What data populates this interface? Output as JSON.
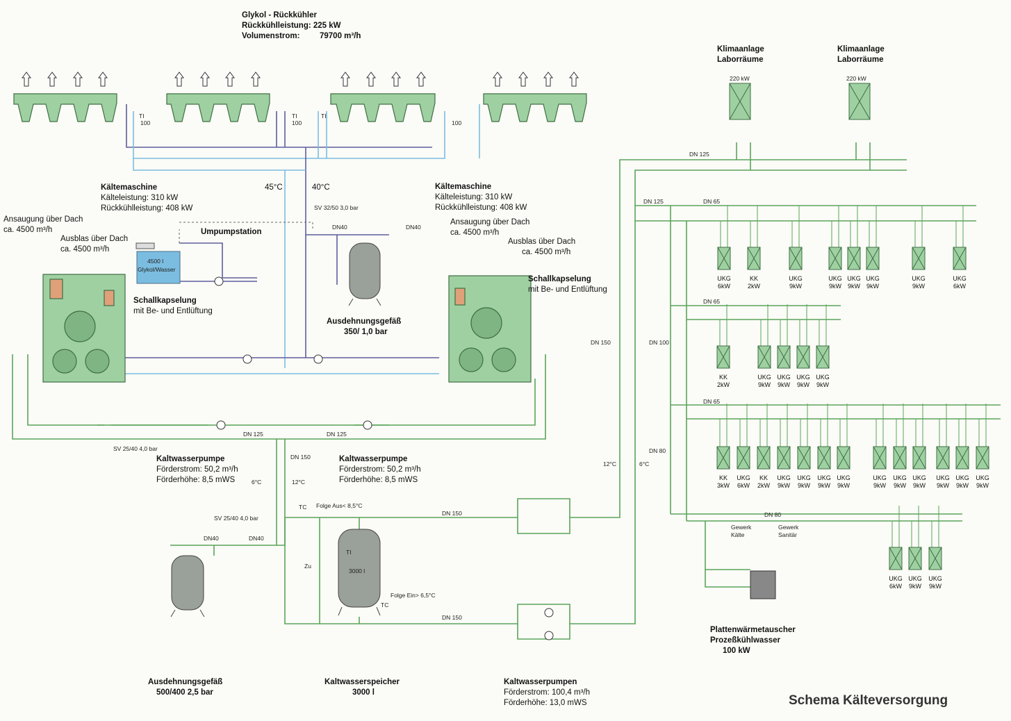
{
  "title": "Schema Kälteversorgung",
  "colors": {
    "supply": "#5aa55a",
    "return": "#5e5e9e",
    "glycol_cold": "#7bbde0",
    "equipment": "#9fd0a2",
    "tank": "#9aa09a"
  },
  "rueckkuehler": {
    "line1": "Glykol - Rückkühler",
    "line2": "Rückkühlleistung: 225 kW",
    "line3": "Volumenstrom:",
    "line3b": "79700 m³/h"
  },
  "ti100": {
    "ti": "TI",
    "v": "100"
  },
  "temps": {
    "t45": "45°C",
    "t40": "40°C",
    "t12a": "12°C",
    "t6a": "6°C",
    "t12b": "12°C",
    "t6b": "6°C"
  },
  "km_left": {
    "title": "Kältemaschine",
    "l1": "Kälteleistung: 310 kW",
    "l2": "Rückkühlleistung: 408 kW"
  },
  "km_right": {
    "title": "Kältemaschine",
    "l1": "Kälteleistung: 310 kW",
    "l2": "Rückkühlleistung: 408 kW"
  },
  "left_air": {
    "a1": "Ansaugung über Dach",
    "a2": "ca. 4500 m³/h",
    "b1": "Ausblas über Dach",
    "b2": "ca. 4500 m³/h"
  },
  "right_air": {
    "a1": "Ansaugung über Dach",
    "a2": "ca. 4500 m³/h",
    "b1": "Ausblas über Dach",
    "b2": "ca. 4500 m³/h"
  },
  "umpump": {
    "title": "Umpumpstation",
    "tank1": "4500 l",
    "tank2": "Glykol/Wasser"
  },
  "schall_left": {
    "l1": "Schallkapselung",
    "l2": "mit Be- und Entlüftung"
  },
  "schall_right": {
    "l1": "Schallkapselung",
    "l2": "mit Be- und Entlüftung"
  },
  "sv_top": "SV 32/50 3,0 bar",
  "dn40a": "DN40",
  "dn40b": "DN40",
  "adg_top": {
    "l1": "Ausdehnungsgefäß",
    "l2": "350/ 1,0 bar"
  },
  "dn125_pump_a": "DN 125",
  "dn125_pump_b": "DN 125",
  "sv_2540a": "SV 25/40 4,0 bar",
  "kwp_left": {
    "title": "Kaltwasserpumpe",
    "l1": "Förderstrom: 50,2 m³/h",
    "l2": "Förderhöhe:   8,5 mWS"
  },
  "kwp_right": {
    "title": "Kaltwasserpumpe",
    "l1": "Förderstrom: 50,2 m³/h",
    "l2": "Förderhöhe:   8,5 mWS"
  },
  "dn150_mid": "DN 150",
  "sv_2540b": "SV 25/40 4,0 bar",
  "dn40c": "DN40",
  "dn40d": "DN40",
  "folge_aus": "Folge Aus< 8,5°C",
  "folge_ein": "Folge Ein> 6,5°C",
  "tc": "TC",
  "ti": "TI",
  "zu": "Zu",
  "speicher_v": "3000 l",
  "dn150_a": "DN 150",
  "dn150_b": "DN 150",
  "dn150_main": "DN 150",
  "dn100": "DN 100",
  "dn80a": "DN 80",
  "dn80b": "DN 80",
  "dn125a": "DN 125",
  "dn125b": "DN 125",
  "dn65a": "DN 65",
  "dn65b": "DN 65",
  "dn65c": "DN 65",
  "adg_bottom": {
    "l1": "Ausdehnungsgefäß",
    "l2": "500/400 2,5 bar"
  },
  "kw_speicher": {
    "l1": "Kaltwasserspeicher",
    "l2": "3000 l"
  },
  "kwp_bottom": {
    "title": "Kaltwasserpumpen",
    "l1": "Förderstrom: 100,4 m³/h",
    "l2": "Förderhöhe:   13,0 mWS"
  },
  "klima1": {
    "l1": "Klimaanlage",
    "l2": "Laborräume",
    "kw": "220 kW"
  },
  "klima2": {
    "l1": "Klimaanlage",
    "l2": "Laborräume",
    "kw": "220 kW"
  },
  "row1_units": [
    [
      "UKG",
      "6kW"
    ],
    [
      "KK",
      "2kW"
    ],
    [
      "UKG",
      "9kW"
    ],
    [
      "UKG",
      "9kW"
    ],
    [
      "UKG",
      "9kW"
    ],
    [
      "UKG",
      "9kW"
    ],
    [
      "UKG",
      "9kW"
    ],
    [
      "UKG",
      "6kW"
    ]
  ],
  "row2_units": [
    [
      "KK",
      "2kW"
    ],
    [
      "UKG",
      "9kW"
    ],
    [
      "UKG",
      "9kW"
    ],
    [
      "UKG",
      "9kW"
    ],
    [
      "UKG",
      "9kW"
    ]
  ],
  "row3_units": [
    [
      "KK",
      "3kW"
    ],
    [
      "UKG",
      "6kW"
    ],
    [
      "KK",
      "2kW"
    ],
    [
      "UKG",
      "9kW"
    ],
    [
      "UKG",
      "9kW"
    ],
    [
      "UKG",
      "9kW"
    ],
    [
      "UKG",
      "9kW"
    ],
    [
      "UKG",
      "9kW"
    ],
    [
      "UKG",
      "9kW"
    ],
    [
      "UKG",
      "9kW"
    ],
    [
      "UKG",
      "9kW"
    ],
    [
      "UKG",
      "9kW"
    ],
    [
      "UKG",
      "9kW"
    ]
  ],
  "row4_units": [
    [
      "UKG",
      "6kW"
    ],
    [
      "UKG",
      "9kW"
    ],
    [
      "UKG",
      "9kW"
    ]
  ],
  "gewerk_kaelte": {
    "l1": "Gewerk",
    "l2": "Kälte"
  },
  "gewerk_sanitaer": {
    "l1": "Gewerk",
    "l2": "Sanitär"
  },
  "pwt": {
    "l1": "Plattenwärmetauscher",
    "l2": "Prozeßkühlwasser",
    "l3": "100 kW"
  }
}
